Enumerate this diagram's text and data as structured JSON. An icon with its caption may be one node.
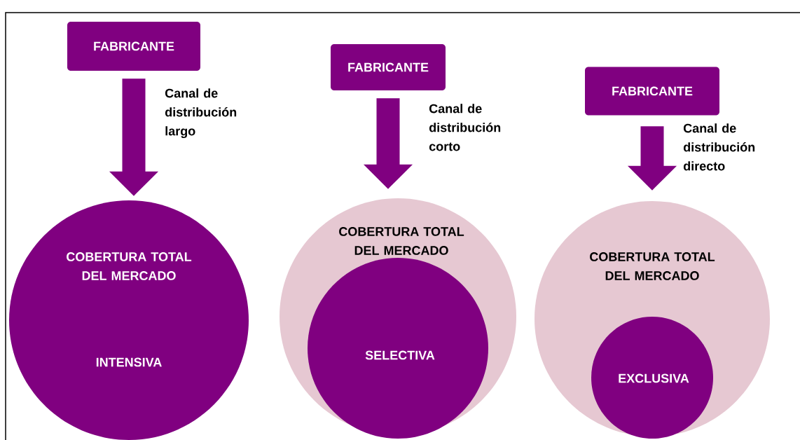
{
  "diagram": {
    "nodes": [
      {
        "text": [
          "FABRICANTE"
        ]
      },
      {
        "text": [
          "COBERTURA TOTAL DEL MERCADO",
          "INTENSIVA"
        ]
      },
      {
        "text": [
          "FABRICANTE"
        ]
      },
      {
        "text": [
          "COBERTURA TOTAL DEL MERCADO"
        ]
      },
      {
        "text": [
          "SELECTIVA"
        ],
        "in": 3
      },
      {
        "text": [
          "FABRICANTE"
        ]
      },
      {
        "text": [
          "COBERTURA TOTAL DEL MERCADO"
        ]
      },
      {
        "text": [
          "EXCLUSIVA"
        ],
        "in": 6
      }
    ],
    "edges": [
      {
        "from": 0,
        "to": 1,
        "arrow": "to",
        "label": "Canal de distribución largo"
      },
      {
        "from": 2,
        "to": 3,
        "arrow": "to",
        "label": "Canal de distribución corto"
      },
      {
        "from": 5,
        "to": 6,
        "arrow": "to",
        "label": "Canal de distribución directo"
      }
    ]
  }
}
